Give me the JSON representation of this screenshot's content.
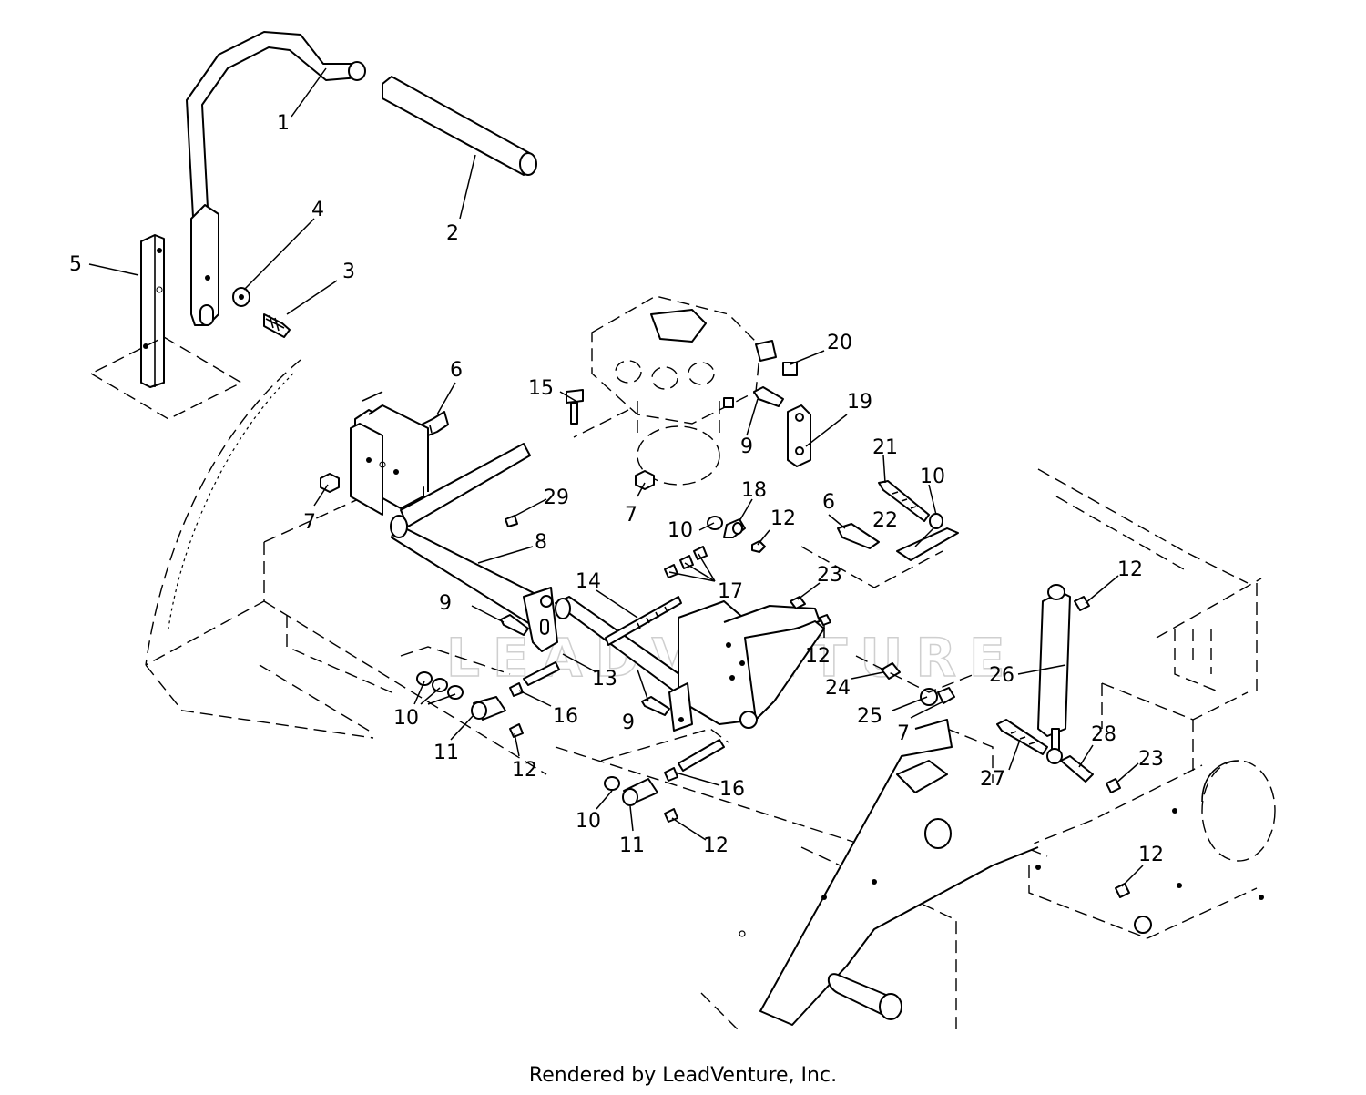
{
  "watermark": "LEADVENTURE",
  "footer": "Rendered by LeadVenture, Inc.",
  "callouts": [
    {
      "id": "c1",
      "label": "1"
    },
    {
      "id": "c2",
      "label": "2"
    },
    {
      "id": "c3",
      "label": "3"
    },
    {
      "id": "c4",
      "label": "4"
    },
    {
      "id": "c5",
      "label": "5"
    },
    {
      "id": "c6a",
      "label": "6"
    },
    {
      "id": "c6b",
      "label": "6"
    },
    {
      "id": "c7a",
      "label": "7"
    },
    {
      "id": "c7b",
      "label": "7"
    },
    {
      "id": "c7c",
      "label": "7"
    },
    {
      "id": "c8",
      "label": "8"
    },
    {
      "id": "c9a",
      "label": "9"
    },
    {
      "id": "c9b",
      "label": "9"
    },
    {
      "id": "c9c",
      "label": "9"
    },
    {
      "id": "c10a",
      "label": "10"
    },
    {
      "id": "c10b",
      "label": "10"
    },
    {
      "id": "c10c",
      "label": "10"
    },
    {
      "id": "c10d",
      "label": "10"
    },
    {
      "id": "c11a",
      "label": "11"
    },
    {
      "id": "c11b",
      "label": "11"
    },
    {
      "id": "c12a",
      "label": "12"
    },
    {
      "id": "c12b",
      "label": "12"
    },
    {
      "id": "c12c",
      "label": "12"
    },
    {
      "id": "c12d",
      "label": "12"
    },
    {
      "id": "c12e",
      "label": "12"
    },
    {
      "id": "c12f",
      "label": "12"
    },
    {
      "id": "c13",
      "label": "13"
    },
    {
      "id": "c14",
      "label": "14"
    },
    {
      "id": "c15",
      "label": "15"
    },
    {
      "id": "c16a",
      "label": "16"
    },
    {
      "id": "c16b",
      "label": "16"
    },
    {
      "id": "c17",
      "label": "17"
    },
    {
      "id": "c18",
      "label": "18"
    },
    {
      "id": "c19",
      "label": "19"
    },
    {
      "id": "c20",
      "label": "20"
    },
    {
      "id": "c21",
      "label": "21"
    },
    {
      "id": "c22",
      "label": "22"
    },
    {
      "id": "c23a",
      "label": "23"
    },
    {
      "id": "c23b",
      "label": "23"
    },
    {
      "id": "c24",
      "label": "24"
    },
    {
      "id": "c25",
      "label": "25"
    },
    {
      "id": "c26",
      "label": "26"
    },
    {
      "id": "c27",
      "label": "27"
    },
    {
      "id": "c28",
      "label": "28"
    },
    {
      "id": "c29",
      "label": "29"
    }
  ]
}
